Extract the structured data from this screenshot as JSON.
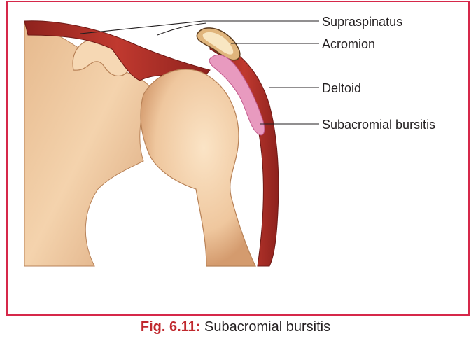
{
  "figure": {
    "caption_number": "Fig. 6.11:",
    "caption_title": "Subacromial bursitis"
  },
  "labels": {
    "supraspinatus": "Supraspinatus",
    "acromion": "Acromion",
    "deltoid": "Deltoid",
    "bursitis": "Subacromial bursitis"
  },
  "colors": {
    "frame": "#d6284a",
    "bone": "#f0c9a0",
    "bone_shadow": "#dba77c",
    "muscle": "#b3312a",
    "muscle_dark": "#7e1e1a",
    "bursa": "#e89abf",
    "leader": "#231f20"
  }
}
